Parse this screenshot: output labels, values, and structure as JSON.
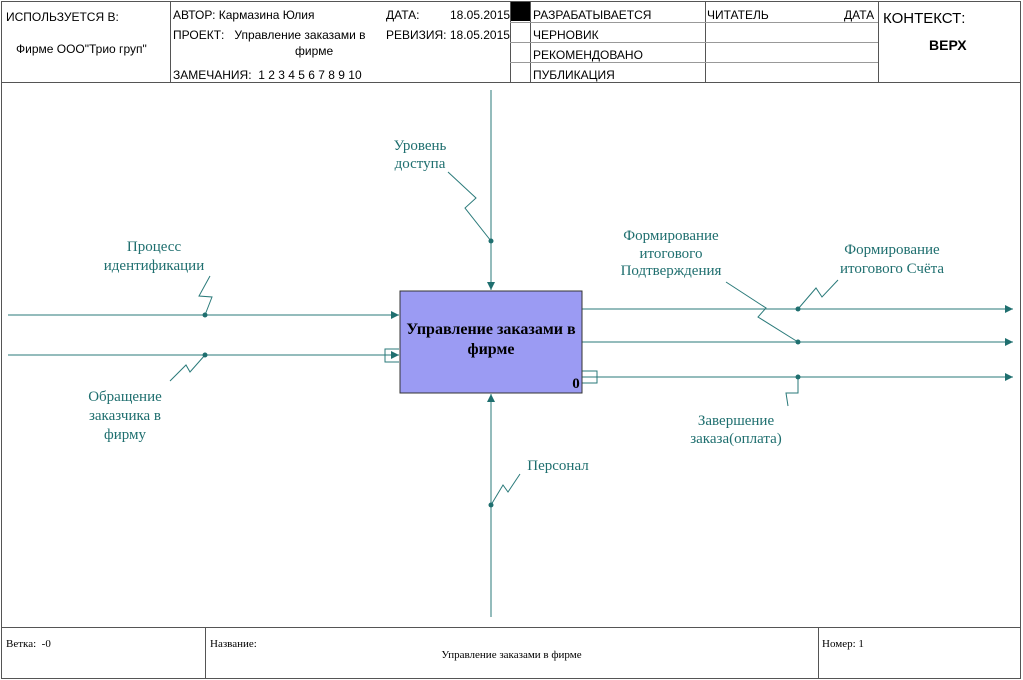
{
  "header": {
    "used_in_label": "ИСПОЛЬЗУЕТСЯ В:",
    "used_in_value": "Фирме ООО\"Трио груп\"",
    "author_label": "АВТОР:",
    "author_value": "Кармазина Юлия",
    "project_label": "ПРОЕКТ:",
    "project_value_line1": "Управление заказами в",
    "project_value_line2": "фирме",
    "notes_label": "ЗАМЕЧАНИЯ:",
    "notes_value": "1 2 3 4 5 6 7 8 9 10",
    "date_label": "ДАТА:",
    "date_value": "18.05.2015",
    "revision_label": "РЕВИЗИЯ:",
    "revision_value": "18.05.2015",
    "statuses": [
      "РАЗРАБАТЫВАЕТСЯ",
      "ЧЕРНОВИК",
      "РЕКОМЕНДОВАНО",
      "ПУБЛИКАЦИЯ"
    ],
    "reader_label": "ЧИТАТЕЛЬ",
    "reader_date_label": "ДАТА",
    "context_label": "КОНТЕКСТ:",
    "context_value": "ВЕРХ"
  },
  "diagram": {
    "box_title_line1": "Управление заказами в",
    "box_title_line2": "фирме",
    "box_number": "0",
    "box_color": "#9b9bf3",
    "arrow_color": "#1f6f6f",
    "control": [
      "Уровень",
      "доступа"
    ],
    "mechanism": [
      "Персонал"
    ],
    "input1": [
      "Процесс",
      "идентификации"
    ],
    "input2": [
      "Обращение",
      "заказчика в",
      "фирму"
    ],
    "output1": [
      "Формирование",
      "итогового Счёта"
    ],
    "output2": [
      "Формирование",
      "итогового",
      "Подтверждения"
    ],
    "output3": [
      "Завершение",
      "заказа(оплата)"
    ]
  },
  "footer": {
    "node_label": "Ветка:",
    "node_value": "-0",
    "title_label": "Название:",
    "title_value": "Управление заказами в фирме",
    "number_label": "Номер:",
    "number_value": "1"
  }
}
